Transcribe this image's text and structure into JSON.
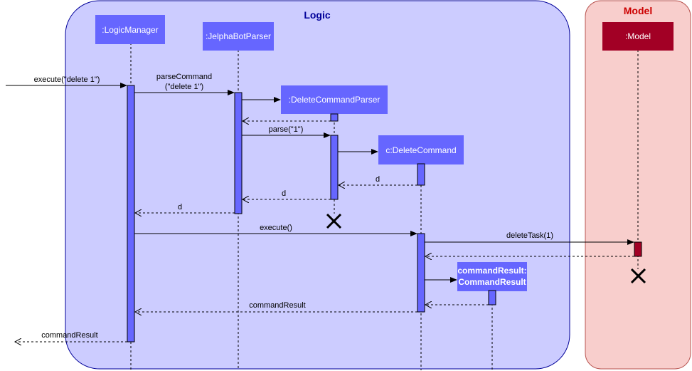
{
  "frames": {
    "logic": {
      "title": "Logic"
    },
    "model": {
      "title": "Model"
    }
  },
  "participants": {
    "logic_manager": ":LogicManager",
    "parser": ":JelphaBotParser",
    "delete_parser": ":DeleteCommandParser",
    "delete_command": "c:DeleteCommand",
    "command_result_1": "commandResult:",
    "command_result_2": "CommandResult",
    "model": ":Model"
  },
  "messages": {
    "execute_delete": "execute(\"delete 1\")",
    "parse_command_1": "parseCommand",
    "parse_command_2": "(\"delete 1\")",
    "parse_1": "parse(\"1\")",
    "return_d_1": "d",
    "return_d_2": "d",
    "return_d_3": "d",
    "execute": "execute()",
    "delete_task": "deleteTask(1)",
    "return_command_result_1": "commandResult",
    "return_command_result_2": "commandResult"
  },
  "colors": {
    "logic_fill": "#ccccff",
    "logic_stroke": "#000099",
    "participant_fill": "#6666ff",
    "model_fill": "#f8cecc",
    "model_stroke": "#b85450",
    "model_participant": "#a20025",
    "model_title": "#cc0000"
  }
}
